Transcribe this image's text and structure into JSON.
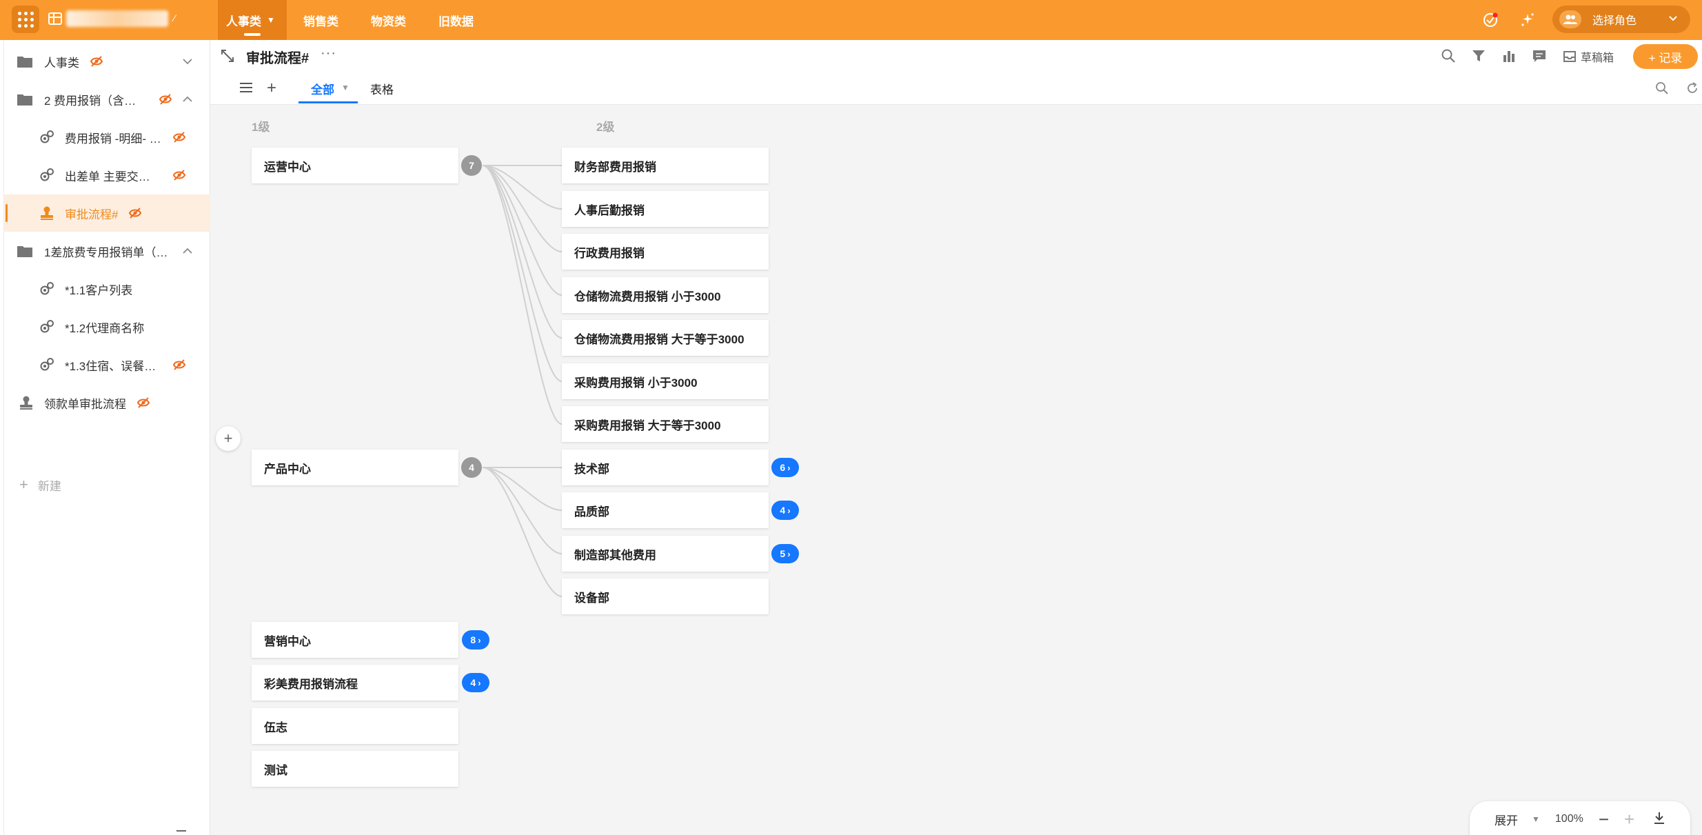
{
  "topbar": {
    "tabs": [
      {
        "label": "人事类",
        "active": true
      },
      {
        "label": "销售类",
        "active": false
      },
      {
        "label": "物资类",
        "active": false
      },
      {
        "label": "旧数据",
        "active": false
      }
    ],
    "role_label": "选择角色",
    "accent_color": "#fa9a2e"
  },
  "sidebar": {
    "items": [
      {
        "label": "人事类",
        "type": "folder"
      },
      {
        "label": "2 费用报销（含…",
        "type": "folder"
      },
      {
        "label": "费用报销 -明细- …",
        "type": "sheet"
      },
      {
        "label": "出差单 主要交…",
        "type": "sheet"
      },
      {
        "label": "审批流程#",
        "type": "approval",
        "active": true
      },
      {
        "label": "1差旅费专用报销单（…",
        "type": "folder"
      },
      {
        "label": "*1.1客户列表",
        "type": "sheet"
      },
      {
        "label": "*1.2代理商名称",
        "type": "sheet"
      },
      {
        "label": "*1.3住宿、误餐…",
        "type": "sheet"
      },
      {
        "label": "领款单审批流程",
        "type": "approval"
      }
    ],
    "new_label": "新建"
  },
  "header": {
    "title": "审批流程#",
    "more": "···",
    "draft_label": "草稿箱",
    "record_label": "+ 记录"
  },
  "views": {
    "tabs": [
      {
        "label": "全部",
        "active": true
      },
      {
        "label": "表格",
        "active": false
      }
    ]
  },
  "tree": {
    "level1_label": "1级",
    "level2_label": "2级",
    "level1_nodes": [
      {
        "label": "运营中心",
        "count": "7"
      },
      {
        "label": "产品中心",
        "count": "4"
      },
      {
        "label": "营销中心",
        "count": "8"
      },
      {
        "label": "彩美费用报销流程",
        "count": "4"
      },
      {
        "label": "伍志"
      },
      {
        "label": "测试"
      }
    ],
    "level2_nodes": [
      {
        "label": "财务部费用报销"
      },
      {
        "label": "人事后勤报销"
      },
      {
        "label": "行政费用报销"
      },
      {
        "label": "仓储物流费用报销 小于3000"
      },
      {
        "label": "仓储物流费用报销 大于等于3000"
      },
      {
        "label": "采购费用报销 小于3000"
      },
      {
        "label": "采购费用报销 大于等于3000"
      },
      {
        "label": "技术部",
        "count": "6"
      },
      {
        "label": "品质部",
        "count": "4"
      },
      {
        "label": "制造部其他费用",
        "count": "5"
      },
      {
        "label": "设备部"
      }
    ]
  },
  "zoom": {
    "expand_label": "展开",
    "level": "100%"
  }
}
